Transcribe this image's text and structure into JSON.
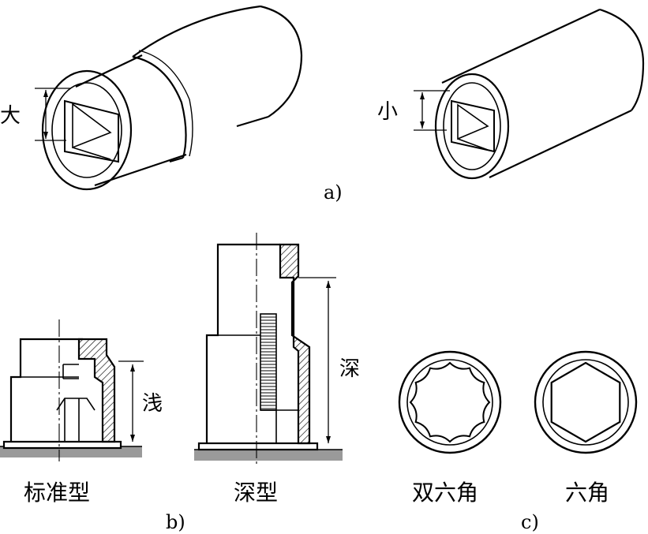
{
  "labels": {
    "large": "大",
    "small": "小",
    "shallow": "浅",
    "deep": "深",
    "standard": "标准型",
    "deep_type": "深型",
    "double_hex": "双六角",
    "hex": "六角"
  },
  "subfigures": {
    "a": "a)",
    "b": "b)",
    "c": "c)"
  },
  "colors": {
    "ink": "#000000",
    "ground": "#9a9a9a",
    "paper": "#ffffff"
  }
}
